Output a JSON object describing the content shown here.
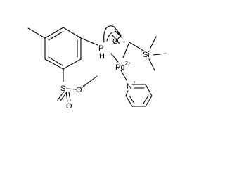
{
  "molecule": {
    "atoms": {
      "phosphorus": "P",
      "hydrogen": "H",
      "palladium": "Pd",
      "silicon": "Si",
      "nitrogen": "N",
      "sulfur": "S",
      "oxygen_ring": "O",
      "oxygen_sulfonate_1": "O",
      "oxygen_sulfonate_2": "O"
    },
    "charges": {
      "palladium": "2+",
      "nitrogen": "+",
      "sulfonate_oxygen": "−",
      "carbanion": "−"
    }
  }
}
